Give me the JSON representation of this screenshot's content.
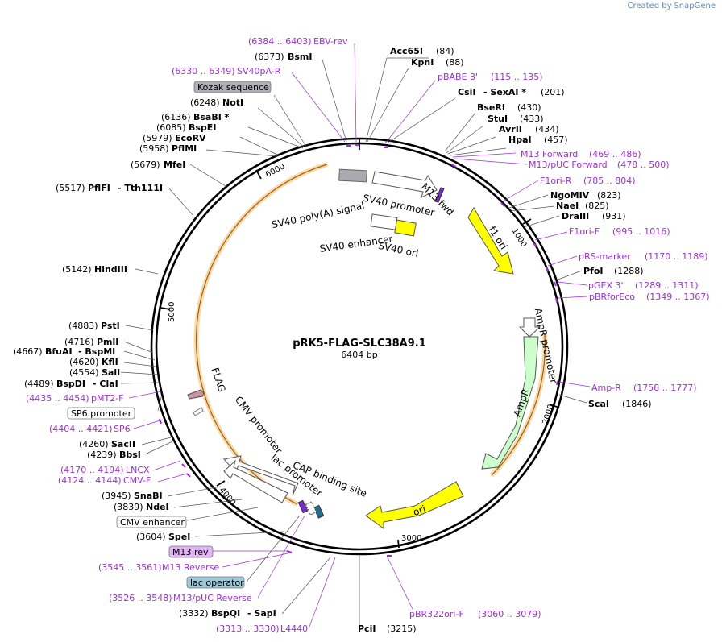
{
  "watermark": {
    "prefix": "Created by",
    "brand": "SnapGene"
  },
  "plasmid": {
    "name": "pRK5-FLAG-SLC38A9.1",
    "size": "6404 bp"
  },
  "ticks": [
    "1000",
    "2000",
    "3000",
    "4000",
    "5000",
    "6000"
  ],
  "features": {
    "kozak": "Kozak sequence",
    "sv40_polya": "SV40 poly(A) signal",
    "sv40_promoter": "SV40 promoter",
    "m13_fwd": "M13 fwd",
    "sv40_enhancer": "SV40 enhancer",
    "sv40_ori": "SV40 ori",
    "f1_ori": "f1 ori",
    "ampr_promoter": "AmpR promoter",
    "ampr": "AmpR",
    "ori": "ori",
    "cap": "CAP binding site",
    "lac_promoter": "lac promoter",
    "cmv_promoter": "CMV promoter",
    "flag": "FLAG"
  },
  "sites_right": [
    {
      "name": "Acc65I",
      "pos": "(84)"
    },
    {
      "name": "KpnI",
      "pos": "(88)"
    },
    {
      "name": "pBABE 3'",
      "pos": "(115 .. 135)"
    },
    {
      "name": "CsiI",
      "sep": "- SexAI *",
      "pos": "(201)"
    },
    {
      "name": "BseRI",
      "pos": "(430)"
    },
    {
      "name": "StuI",
      "pos": "(433)"
    },
    {
      "name": "AvrII",
      "pos": "(434)"
    },
    {
      "name": "HpaI",
      "pos": "(457)"
    },
    {
      "name": "M13 Forward",
      "pos": "(469 .. 486)"
    },
    {
      "name": "M13/pUC Forward",
      "pos": "(478 .. 500)"
    },
    {
      "name": "F1ori-R",
      "pos": "(785 .. 804)"
    },
    {
      "name": "NgoMIV",
      "pos": "(823)"
    },
    {
      "name": "NaeI",
      "pos": "(825)"
    },
    {
      "name": "DraIII",
      "pos": "(931)"
    },
    {
      "name": "F1ori-F",
      "pos": "(995 .. 1016)"
    },
    {
      "name": "pRS-marker",
      "pos": "(1170 .. 1189)"
    },
    {
      "name": "PfoI",
      "pos": "(1288)"
    },
    {
      "name": "pGEX 3'",
      "pos": "(1289 .. 1311)"
    },
    {
      "name": "pBRforEco",
      "pos": "(1349 .. 1367)"
    },
    {
      "name": "Amp-R",
      "pos": "(1758 .. 1777)"
    },
    {
      "name": "ScaI",
      "pos": "(1846)"
    },
    {
      "name": "pBR322ori-F",
      "pos": "(3060 .. 3079)"
    },
    {
      "name": "PciI",
      "pos": "(3215)"
    }
  ],
  "sites_left": [
    {
      "pos": "(6384 .. 6403)",
      "name": "EBV-rev"
    },
    {
      "pos": "(6373)",
      "name": "BsmI"
    },
    {
      "pos": "(6330 .. 6349)",
      "name": "SV40pA-R"
    },
    {
      "pos": "(6248)",
      "name": "NotI"
    },
    {
      "pos": "(6136)",
      "name": "BsaBI *"
    },
    {
      "pos": "(6085)",
      "name": "BspEI"
    },
    {
      "pos": "(5979)",
      "name": "EcoRV"
    },
    {
      "pos": "(5958)",
      "name": "PflMI"
    },
    {
      "pos": "(5679)",
      "name": "MfeI"
    },
    {
      "pos": "(5517)",
      "name": "PflFI",
      "sep": "- Tth111I"
    },
    {
      "pos": "(5142)",
      "name": "HindIII"
    },
    {
      "pos": "(4883)",
      "name": "PstI"
    },
    {
      "pos": "(4716)",
      "name": "PmlI"
    },
    {
      "pos": "(4667)",
      "name": "BfuAI",
      "sep": "- BspMI"
    },
    {
      "pos": "(4620)",
      "name": "KflI"
    },
    {
      "pos": "(4554)",
      "name": "SalI"
    },
    {
      "pos": "(4489)",
      "name": "BspDI",
      "sep": "- ClaI"
    },
    {
      "pos": "(4435 .. 4454)",
      "name": "pMT2-F"
    },
    {
      "pos": "(4404 .. 4421)",
      "name": "SP6"
    },
    {
      "pos": "(4260)",
      "name": "SacII"
    },
    {
      "pos": "(4239)",
      "name": "BbsI"
    },
    {
      "pos": "(4170 .. 4194)",
      "name": "LNCX"
    },
    {
      "pos": "(4124 .. 4144)",
      "name": "CMV-F"
    },
    {
      "pos": "(3945)",
      "name": "SnaBI"
    },
    {
      "pos": "(3839)",
      "name": "NdeI"
    },
    {
      "pos": "(3604)",
      "name": "SpeI"
    },
    {
      "pos": "(3545 .. 3561)",
      "name": "M13 Reverse"
    },
    {
      "pos": "(3526 .. 3548)",
      "name": "M13/pUC Reverse"
    },
    {
      "pos": "(3332)",
      "name": "BspQI",
      "sep": "- SapI"
    },
    {
      "pos": "(3313 .. 3330)",
      "name": "L4440"
    }
  ],
  "boxed": {
    "sp6_promoter": "SP6 promoter",
    "cmv_enhancer": "CMV enhancer",
    "m13_rev": "M13 rev",
    "lac_operator": "lac operator"
  },
  "colors": {
    "primer": "#9b30d9",
    "ori_yellow": "#ffff00",
    "ampr_green": "#ccffcc",
    "kozak_grey": "#b0b0b8",
    "m13_rev_fill": "#e2b4f5",
    "lac_op_fill": "#9ec7d8",
    "orange_orf": "#f2a93b"
  }
}
